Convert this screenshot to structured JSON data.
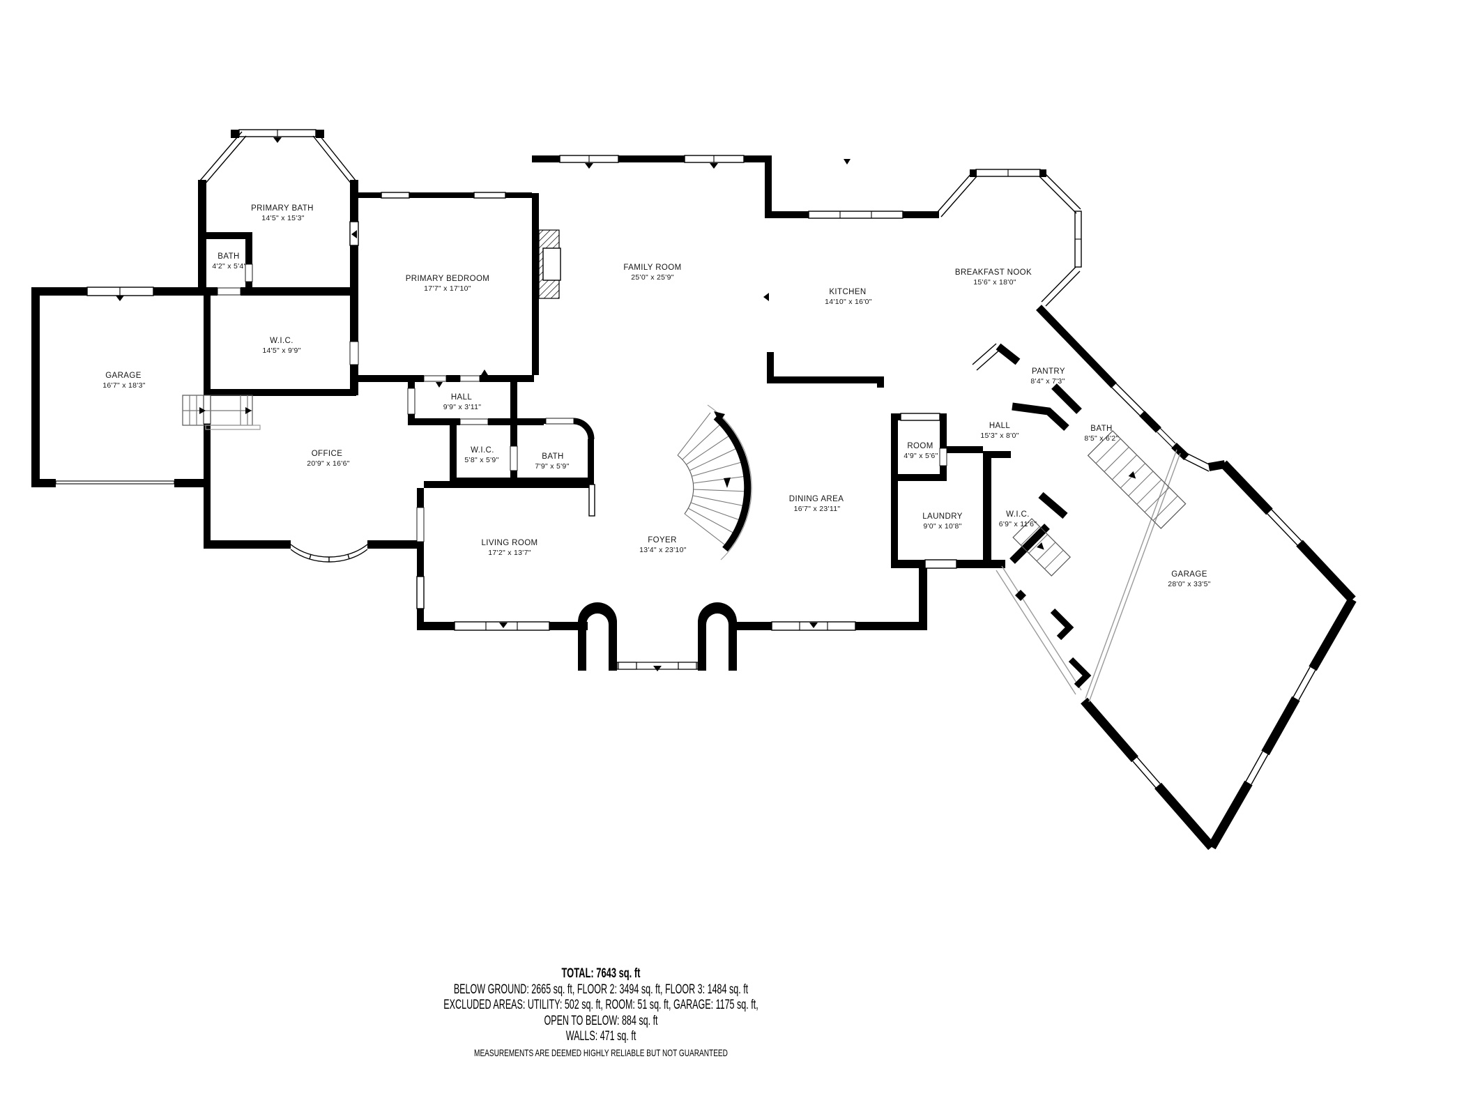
{
  "plan": {
    "rooms": [
      {
        "name": "PRIMARY BATH",
        "dims": "14'5\" x 15'3\""
      },
      {
        "name": "BATH",
        "dims": "4'2\" x 5'4\""
      },
      {
        "name": "W.I.C.",
        "dims": "14'5\" x 9'9\""
      },
      {
        "name": "GARAGE",
        "dims": "16'7\" x 18'3\""
      },
      {
        "name": "PRIMARY BEDROOM",
        "dims": "17'7\" x 17'10\""
      },
      {
        "name": "FAMILY ROOM",
        "dims": "25'0\" x 25'9\""
      },
      {
        "name": "KITCHEN",
        "dims": "14'10\" x 16'0\""
      },
      {
        "name": "BREAKFAST NOOK",
        "dims": "15'6\" x 18'0\""
      },
      {
        "name": "HALL",
        "dims": "9'9\" x 3'11\""
      },
      {
        "name": "OFFICE",
        "dims": "20'9\" x 16'6\""
      },
      {
        "name": "W.I.C.",
        "dims": "5'8\" x 5'9\""
      },
      {
        "name": "BATH",
        "dims": "7'9\" x 5'9\""
      },
      {
        "name": "PANTRY",
        "dims": "8'4\" x 7'3\""
      },
      {
        "name": "HALL",
        "dims": "15'3\" x 8'0\""
      },
      {
        "name": "BATH",
        "dims": "8'5\" x 6'2\""
      },
      {
        "name": "ROOM",
        "dims": "4'9\" x 5'6\""
      },
      {
        "name": "DINING AREA",
        "dims": "16'7\" x 23'11\""
      },
      {
        "name": "LAUNDRY",
        "dims": "9'0\" x 10'8\""
      },
      {
        "name": "W.I.C.",
        "dims": "6'9\" x 11'6\""
      },
      {
        "name": "LIVING ROOM",
        "dims": "17'2\" x 13'7\""
      },
      {
        "name": "FOYER",
        "dims": "13'4\" x 23'10\""
      },
      {
        "name": "GARAGE",
        "dims": "28'0\" x 33'5\""
      }
    ]
  },
  "summary": {
    "total": "TOTAL: 7643 sq. ft",
    "line1": "BELOW GROUND: 2665 sq. ft, FLOOR 2: 3494 sq. ft, FLOOR 3: 1484 sq. ft",
    "line2": "EXCLUDED AREAS: UTILITY: 502 sq. ft, ROOM: 51 sq. ft, GARAGE: 1175 sq. ft,",
    "line3": "OPEN TO BELOW: 884 sq. ft",
    "line4": "WALLS: 471 sq. ft",
    "disclaimer": "MEASUREMENTS ARE DEEMED HIGHLY RELIABLE BUT NOT GUARANTEED"
  }
}
